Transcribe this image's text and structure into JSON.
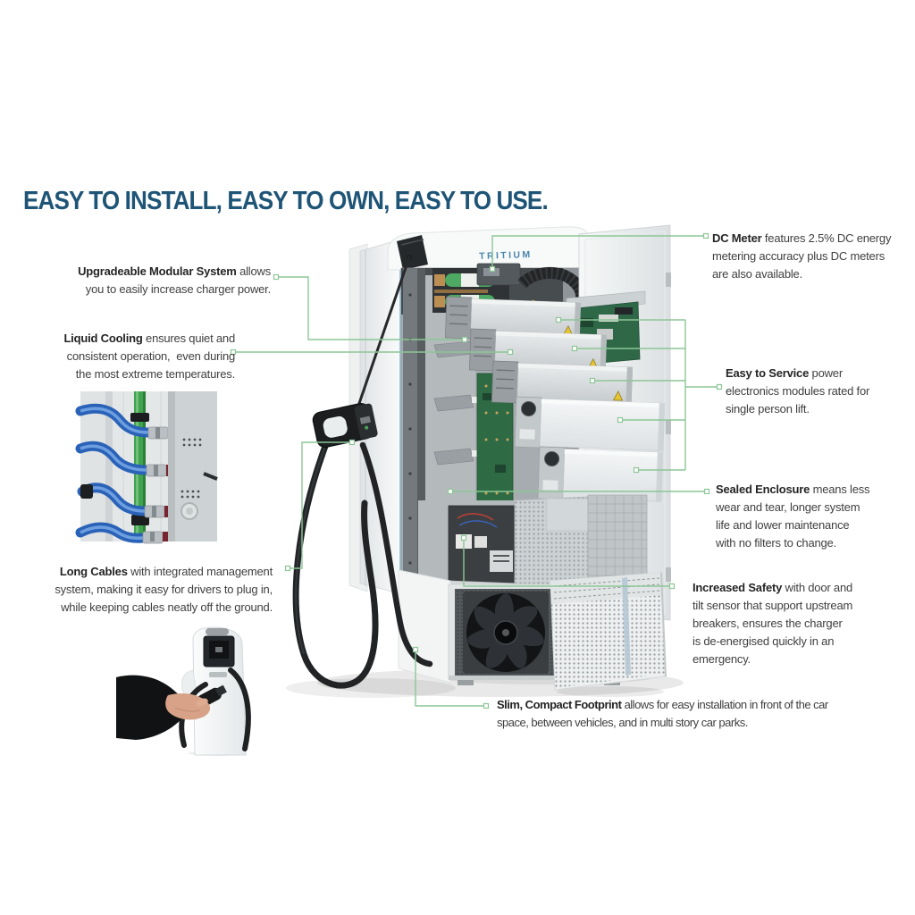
{
  "page": {
    "type": "product-feature-infographic",
    "background_color": "#ffffff"
  },
  "headline": {
    "text": "EASY TO INSTALL, EASY TO OWN, EASY TO USE.",
    "color": "#1E5476"
  },
  "brand": {
    "logo_text": "TRITIUM",
    "logo_color": "#4C86AC"
  },
  "style": {
    "leader_line_color": "#8CC696",
    "marker_fill": "#FFFFFF",
    "body_text_color": "#3F3F3F",
    "bold_text_color": "#242424"
  },
  "callouts": {
    "upgradeable": {
      "bold": "Upgradeable Modular System",
      "line1_rest": " allows",
      "line2": "you to easily increase charger power."
    },
    "liquid_cooling": {
      "bold": "Liquid Cooling",
      "line1_rest": " ensures quiet and",
      "line2": "consistent operation,  even during",
      "line3": "the most extreme temperatures."
    },
    "long_cables": {
      "bold": "Long Cables",
      "line1_rest": " with integrated management",
      "line2": "system, making it easy for drivers to plug in,",
      "line3": "while keeping cables neatly off the ground."
    },
    "dc_meter": {
      "bold": "DC Meter",
      "line1_rest": " features 2.5% DC energy",
      "line2": "metering accuracy plus DC meters",
      "line3": "are also available."
    },
    "easy_to_service": {
      "bold": "Easy to Service",
      "line1_rest": " power",
      "line2": "electronics modules rated for",
      "line3": "single person lift."
    },
    "sealed_enclosure": {
      "bold": "Sealed Enclosure",
      "line1_rest": " means less",
      "line2": "wear and tear, longer system",
      "line3": "life and lower maintenance",
      "line4": "with no filters to change."
    },
    "increased_safety": {
      "bold": "Increased Safety",
      "line1_rest": " with door and",
      "line2": "tilt sensor that support upstream",
      "line3": "breakers, ensures the charger",
      "line4": "is de-energised quickly in an",
      "line5": "emergency."
    },
    "slim_footprint": {
      "bold": "Slim, Compact Footprint",
      "line1_rest": " allows for easy installation in front of the car",
      "line2": "space, between vehicles, and in multi story car parks."
    }
  },
  "images": {
    "main": "ev-fast-charger-open-doors-photo",
    "left_top": "liquid-cooling-hoses-photo",
    "left_bottom": "driver-plugging-in-photo"
  }
}
